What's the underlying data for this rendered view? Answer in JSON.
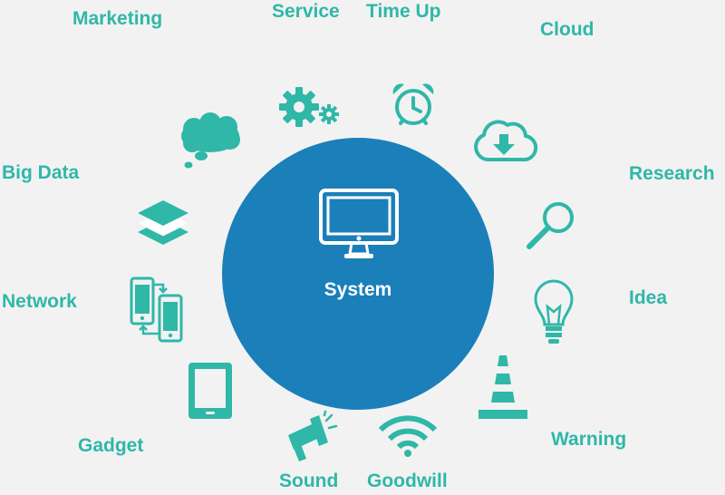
{
  "center": {
    "title": "System",
    "icon": "monitor-icon"
  },
  "labels": {
    "marketing": "Marketing",
    "service": "Service",
    "time_up": "Time Up",
    "cloud": "Cloud",
    "big_data": "Big Data",
    "research": "Research",
    "network": "Network",
    "idea": "Idea",
    "gadget": "Gadget",
    "warning": "Warning",
    "sound": "Sound",
    "goodwill": "Goodwill"
  },
  "colors": {
    "teal": "#2fb7a8",
    "blue": "#1b7fb9",
    "background": "#f2f2f2"
  }
}
